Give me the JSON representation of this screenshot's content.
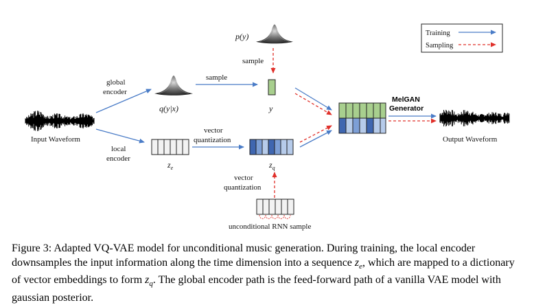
{
  "legend": {
    "training": "Training",
    "sampling": "Sampling"
  },
  "labels": {
    "input_waveform": "Input Waveform",
    "output_waveform": "Output Waveform",
    "global_encoder_1": "global",
    "global_encoder_2": "encoder",
    "local_encoder_1": "local",
    "local_encoder_2": "encoder",
    "sample_top": "sample",
    "sample_mid": "sample",
    "vq_mid_1": "vector",
    "vq_mid_2": "quantization",
    "vq_bottom_1": "vector",
    "vq_bottom_2": "quantization",
    "melgan_1": "MelGAN",
    "melgan_2": "Generator",
    "rnn_sample": "unconditional RNN sample",
    "p_y": "p(y)",
    "q_y_x": "q(y|x)",
    "y": "y",
    "z_e_base": "z",
    "z_e_sub": "e",
    "z_q_base": "z",
    "z_q_sub": "q"
  },
  "colors": {
    "training_arrow": "#4a7cc7",
    "sampling_arrow": "#e0302a",
    "latent_green": "#a8cf8e",
    "latent_dark_blue": "#3f66b0",
    "latent_mid_blue": "#7d9fd6",
    "latent_light_blue": "#b6cbea"
  },
  "caption": {
    "p1": "Figure 3: Adapted VQ-VAE model for unconditional music generation. During training, the local encoder downsamples the input information along the time dimension into a sequence ",
    "ze_base": "z",
    "ze_sub": "e",
    "p2": ", which are mapped to a dictionary of vector embeddings to form ",
    "zq_base": "z",
    "zq_sub": "q",
    "p3": ". The global encoder path is the feed-forward path of a vanilla VAE model with gaussian posterior."
  }
}
